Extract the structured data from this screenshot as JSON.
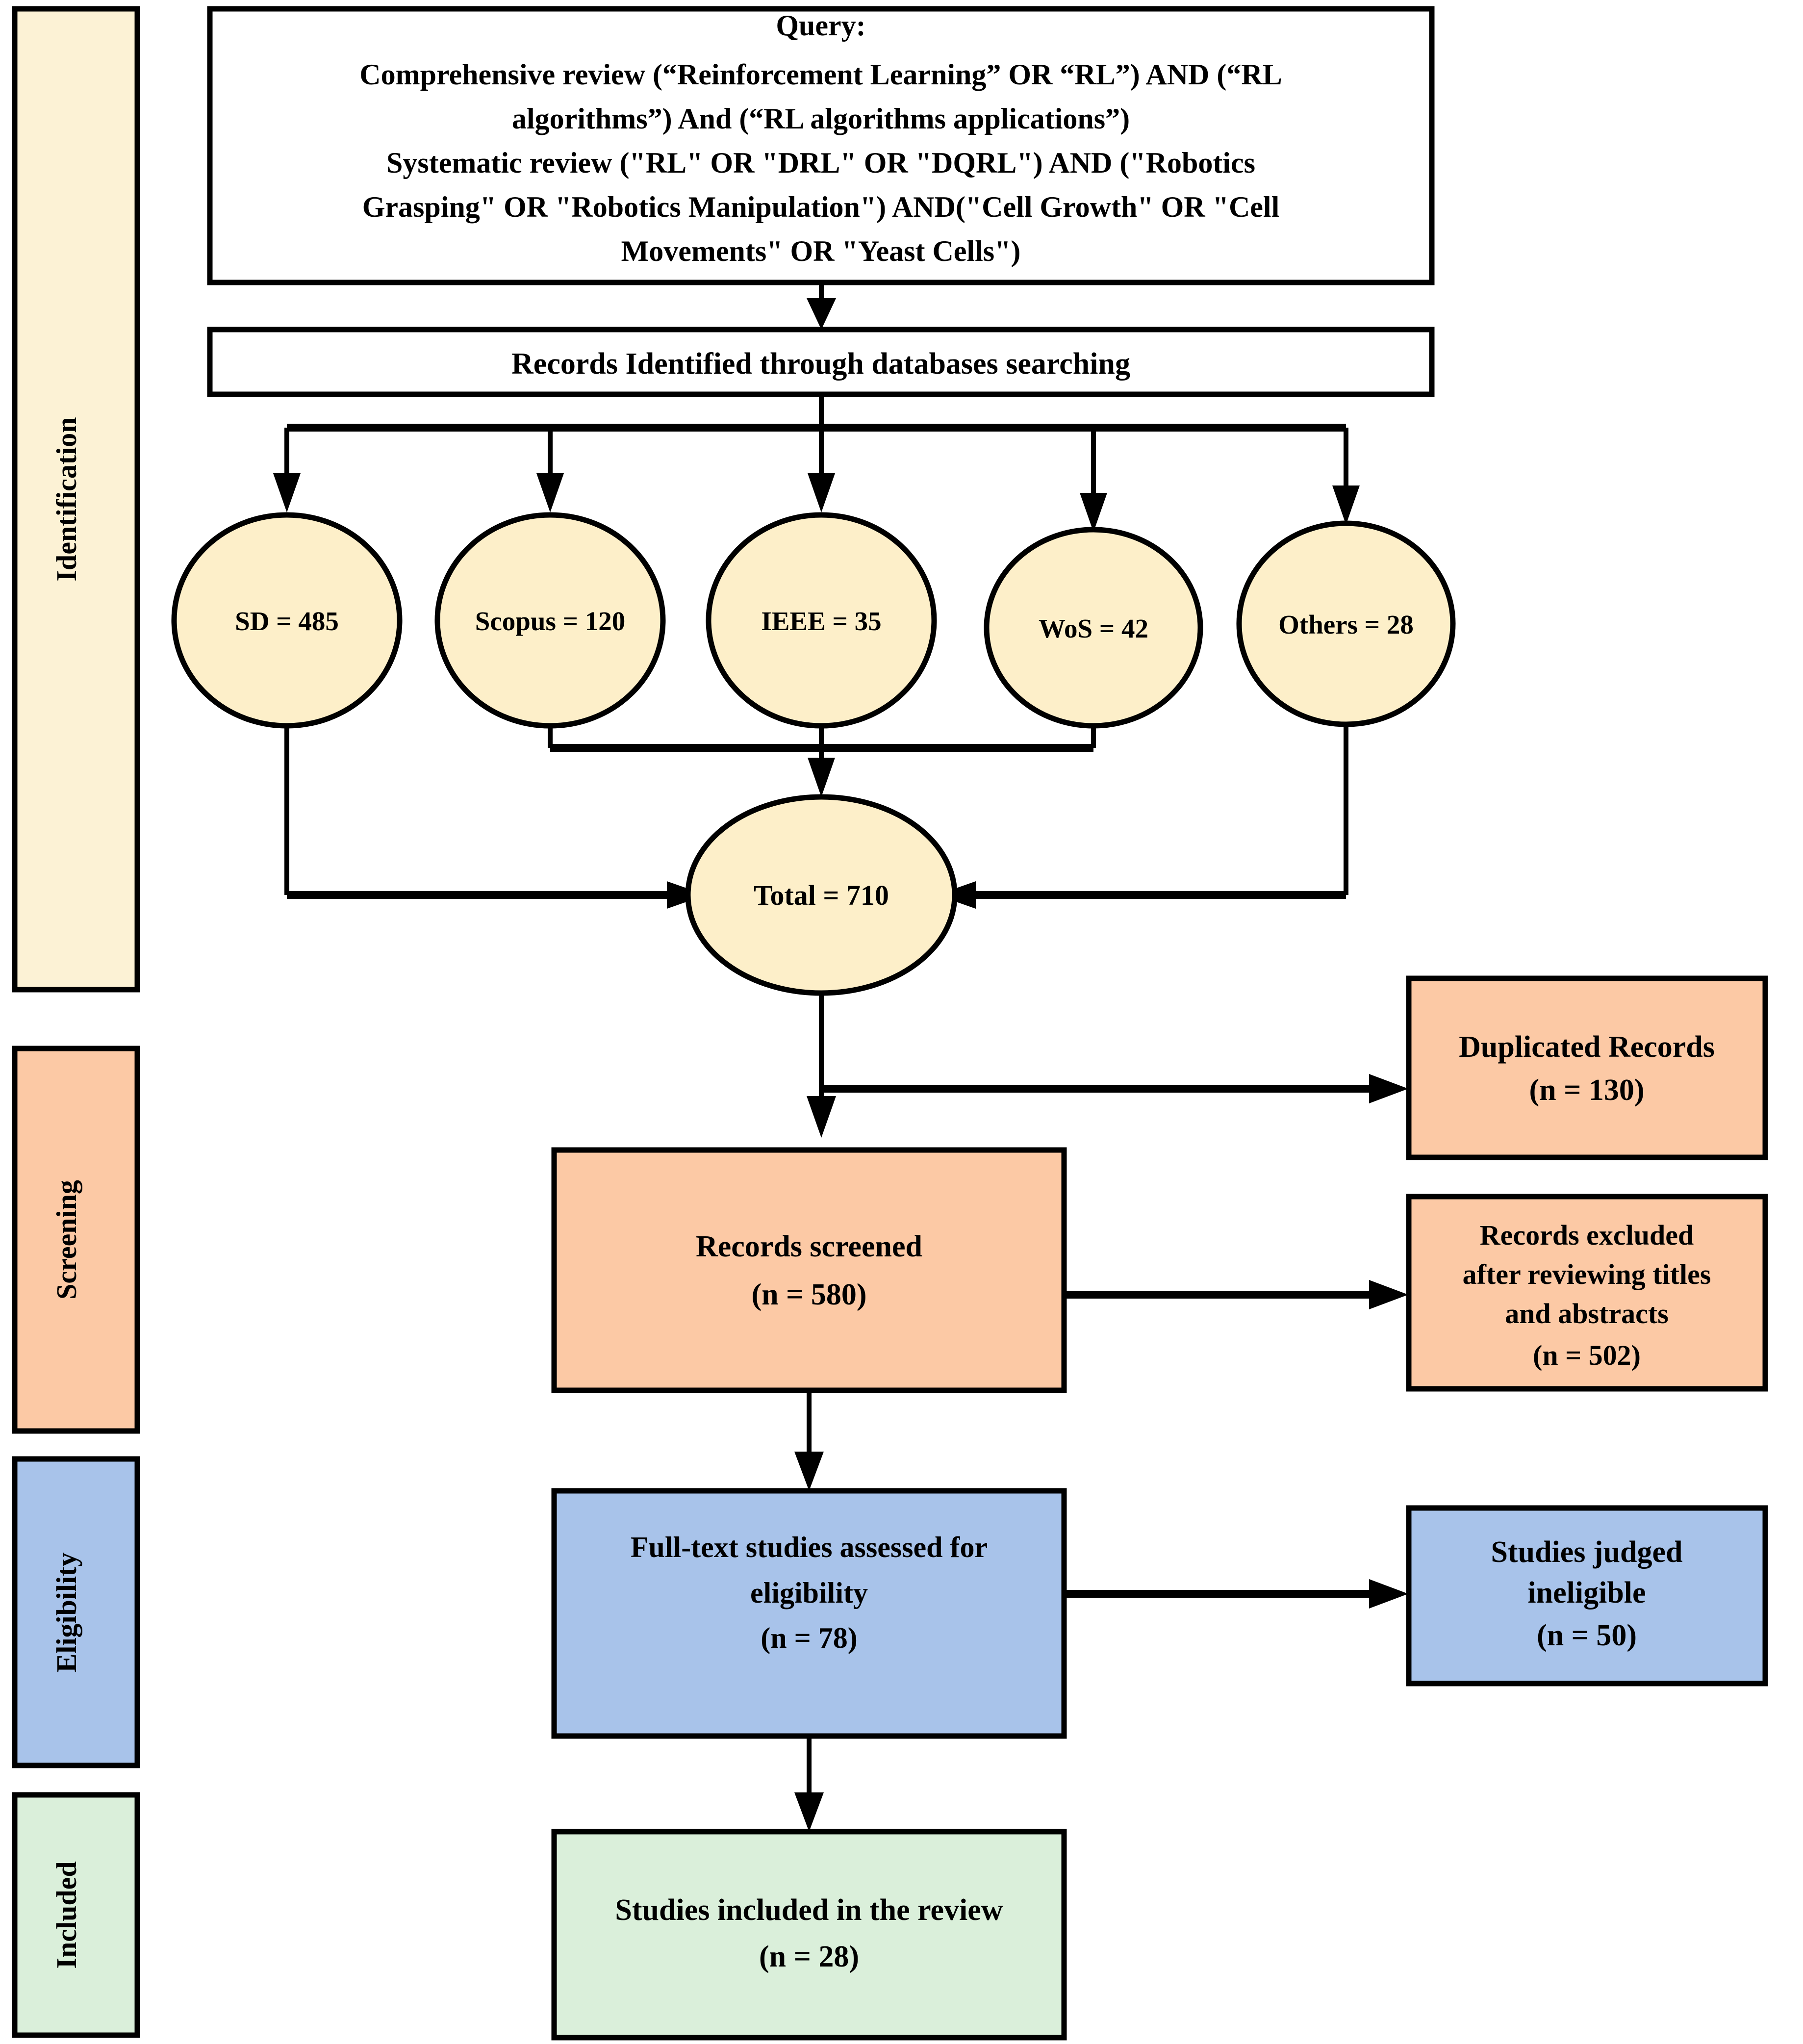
{
  "diagram": {
    "title": "PRISMA flow diagram",
    "type": "prisma-flowchart"
  },
  "colors": {
    "identification_fill": "#FCF2D5",
    "ellipse_fill": "#FDEFC9",
    "screening_fill": "#FCC9A5",
    "eligibility_fill": "#A8C3EA",
    "included_fill": "#DAEFDA",
    "white_fill": "#FFFFFF",
    "stroke": "#000000"
  },
  "stages": [
    {
      "id": "identification",
      "label": "Identification",
      "fill": "#FCF2D5"
    },
    {
      "id": "screening",
      "label": "Screening",
      "fill": "#FCC9A5"
    },
    {
      "id": "eligibility",
      "label": "Eligibility",
      "fill": "#A8C3EA"
    },
    {
      "id": "included",
      "label": "Included",
      "fill": "#DAEFDA"
    }
  ],
  "query_box": {
    "lines": [
      "Query:",
      "Comprehensive review (“Reinforcement Learning” OR “RL”) AND (“RL",
      "algorithms”) And (“RL algorithms applications”)",
      "Systematic review (\"RL\" OR \"DRL\" OR \"DQRL\") AND (\"Robotics",
      "Grasping\" OR \"Robotics Manipulation\") AND(\"Cell Growth\" OR \"Cell",
      "Movements\" OR \"Yeast Cells\")"
    ]
  },
  "records_identified": {
    "label": "Records Identified through databases searching"
  },
  "databases": [
    {
      "id": "sd",
      "label": "SD = 485",
      "name": "SD",
      "count": 485
    },
    {
      "id": "scopus",
      "label": "Scopus = 120",
      "name": "Scopus",
      "count": 120
    },
    {
      "id": "ieee",
      "label": "IEEE = 35",
      "name": "IEEE",
      "count": 35
    },
    {
      "id": "wos",
      "label": "WoS = 42",
      "name": "WoS",
      "count": 42
    },
    {
      "id": "others",
      "label": "Others = 28",
      "name": "Others",
      "count": 28
    }
  ],
  "total_node": {
    "label": "Total = 710",
    "value": 710
  },
  "duplicated_records": {
    "line1": "Duplicated Records",
    "line2": "(n = 130)",
    "count": 130
  },
  "records_screened": {
    "line1": "Records screened",
    "line2": "(n = 580)",
    "count": 580
  },
  "records_excluded": {
    "line1": "Records excluded",
    "line2": "after reviewing titles",
    "line3": "and abstracts",
    "line4": "(n = 502)",
    "count": 502
  },
  "fulltext_assessed": {
    "line1": "Full-text studies assessed for",
    "line2": "eligibility",
    "line3": "(n = 78)",
    "count": 78
  },
  "studies_ineligible": {
    "line1": "Studies judged",
    "line2": "ineligible",
    "line3": "(n = 50)",
    "count": 50
  },
  "studies_included": {
    "line1": "Studies included in the review",
    "line2": "(n = 28)",
    "count": 28
  }
}
